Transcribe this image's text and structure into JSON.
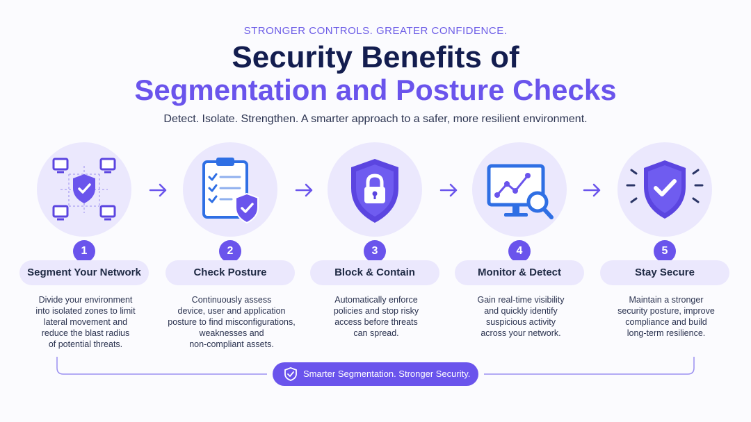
{
  "header": {
    "kicker": "STRONGER CONTROLS. GREATER CONFIDENCE.",
    "title_line1": "Security Benefits of",
    "title_line2": "Segmentation and Posture Checks",
    "subtitle": "Detect. Isolate. Strengthen. A smarter approach to a safer, more resilient environment."
  },
  "steps": [
    {
      "number": "1",
      "title": "Segment Your Network",
      "icon": "network-segmentation-icon",
      "description": [
        "Divide your environment",
        "into isolated zones to limit",
        "lateral movement and",
        "reduce the blast radius",
        "of potential threats."
      ]
    },
    {
      "number": "2",
      "title": "Check Posture",
      "icon": "clipboard-checklist-icon",
      "description": [
        "Continuously assess",
        "device, user and application",
        "posture to find misconfigurations,",
        "weaknesses and",
        "non-compliant assets."
      ]
    },
    {
      "number": "3",
      "title": "Block & Contain",
      "icon": "shield-lock-icon",
      "description": [
        "Automatically enforce",
        "policies and stop risky",
        "access before threats",
        "can spread."
      ]
    },
    {
      "number": "4",
      "title": "Monitor & Detect",
      "icon": "monitor-magnifier-icon",
      "description": [
        "Gain real-time visibility",
        "and quickly identify",
        "suspicious activity",
        "across your network."
      ]
    },
    {
      "number": "5",
      "title": "Stay Secure",
      "icon": "shield-check-icon",
      "description": [
        "Maintain a stronger",
        "security posture, improve",
        "compliance and build",
        "long-term resilience."
      ]
    }
  ],
  "footer": {
    "badge_text": "Smarter Segmentation. Stronger Security.",
    "badge_icon": "shield-check-icon"
  },
  "colors": {
    "accent": "#6a54ec",
    "navy": "#131d4f",
    "soft": "#ebe8fd"
  }
}
